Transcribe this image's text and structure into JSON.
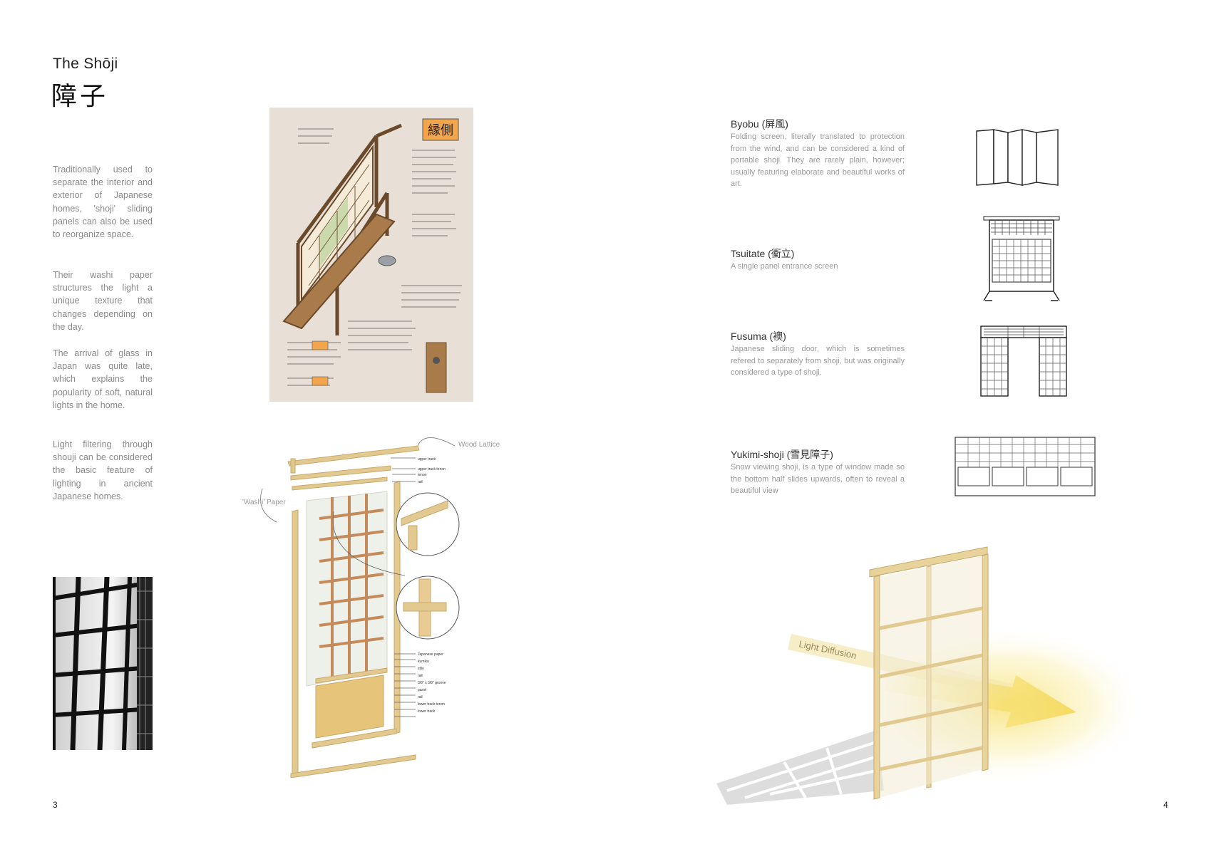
{
  "left_page": {
    "title_en": "The Shōji",
    "title_jp": "障子",
    "paragraphs": [
      "Traditionally used to separate the interior and exterior of Japanese homes, 'shoji' sliding panels can also be used to reorganize space.",
      "Their washi paper structures the light a unique texture that changes depending on the day.",
      "The arrival of glass in Japan was quite late, which explains the popularity of soft, natural lights in the home.",
      "Light filtering through shouji can be considered the basic feature of lighting in ancient Japanese homes."
    ],
    "page_number": "3",
    "diagram_labels": {
      "wood_lattice": "Wood Lattice",
      "washi_paper": "'Washi' Paper"
    },
    "illustration_labels": {
      "engawa": "縁側"
    }
  },
  "right_page": {
    "items": [
      {
        "title": "Byobu (屏風)",
        "description": "Folding screen, literally translated to protection from the wind, and can be considered a kind of portable shoji. They are rarely plain, however; usually featuring elaborate and beautiful works of art."
      },
      {
        "title": "Tsuitate (衝立)",
        "description": "A single panel entrance screen"
      },
      {
        "title": "Fusuma (襖)",
        "description": "Japanese sliding door, which is sometimes refered to separately from shoji, but was originally considered a type of shoji."
      },
      {
        "title": "Yukimi-shoji (雪見障子)",
        "description": "Snow viewing shoji, is a type of window made so the bottom half slides upwards, often to reveal a beautiful view"
      }
    ],
    "light_label": "Light Diffusion",
    "page_number": "4"
  },
  "colors": {
    "wood": "#e2c98f",
    "wood_dark": "#c9a86a",
    "sketch_bg": "#e8e0d6",
    "accent_orange": "#f2a54a",
    "light_yellow": "#f7e27a"
  }
}
